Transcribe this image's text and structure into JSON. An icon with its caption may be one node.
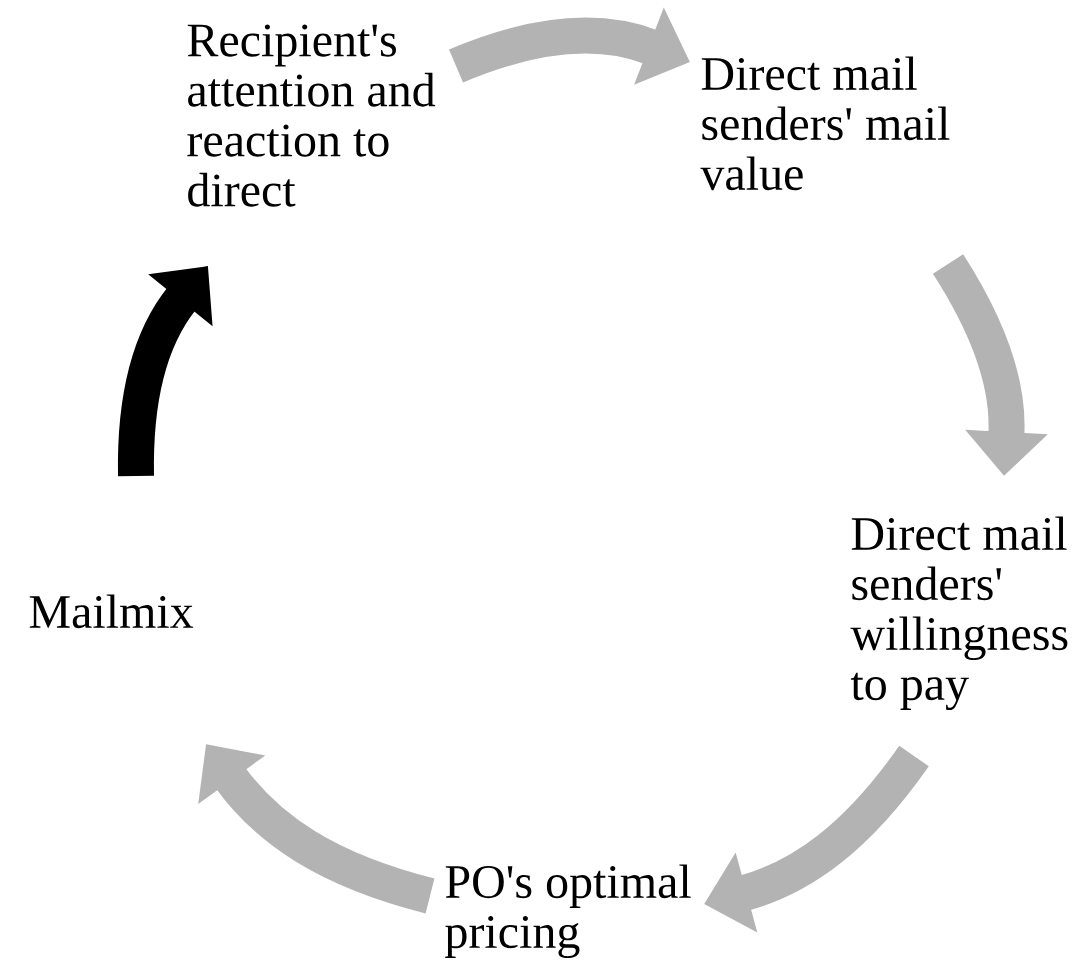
{
  "diagram": {
    "nodes": [
      {
        "text": [
          "Recipient's attention and reaction to direct"
        ]
      },
      {
        "text": [
          "Direct mail senders' mail value"
        ]
      },
      {
        "text": [
          "Direct mail senders' willingness to pay"
        ]
      },
      {
        "text": [
          "PO's optimal pricing"
        ]
      },
      {
        "text": [
          "Mailmix"
        ]
      }
    ],
    "edges": [
      {
        "from": 0,
        "to": 1,
        "arrow": "to"
      },
      {
        "from": 1,
        "to": 2,
        "arrow": "to"
      },
      {
        "from": 2,
        "to": 3,
        "arrow": "to"
      },
      {
        "from": 3,
        "to": 4,
        "arrow": "to"
      },
      {
        "from": 4,
        "to": 0,
        "arrow": "to",
        "color": "#000000"
      }
    ]
  }
}
